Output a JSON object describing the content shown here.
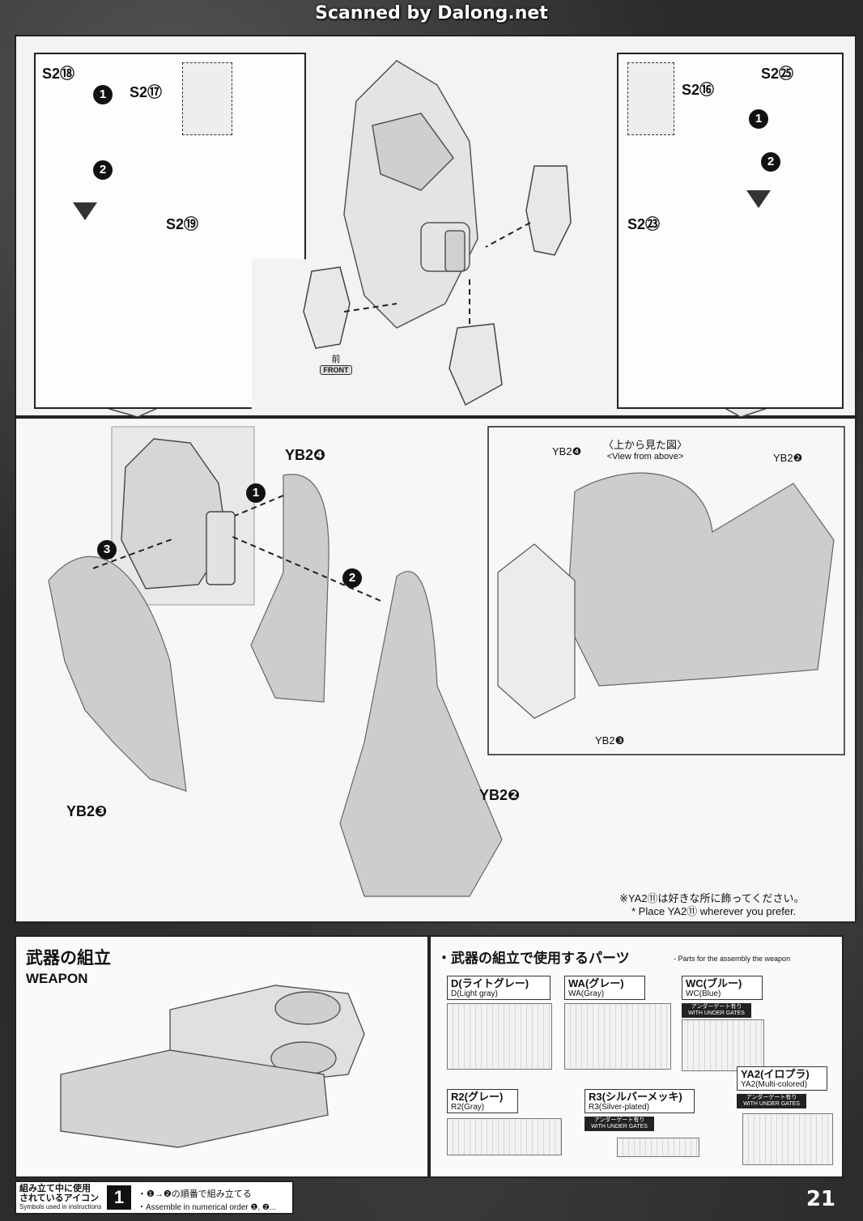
{
  "header": {
    "scan_credit": "Scanned by Dalong.net"
  },
  "top_panel": {
    "left_inset": {
      "labels": {
        "p18": "S2⑱",
        "p17": "S2⑰",
        "p19": "S2⑲"
      },
      "steps": [
        "1",
        "2"
      ]
    },
    "right_inset": {
      "labels": {
        "p25": "S2㉕",
        "p16": "S2⑯",
        "p23": "S2㉓"
      },
      "steps": [
        "1",
        "2"
      ]
    },
    "front_badge": {
      "kanji": "前",
      "text": "FRONT"
    }
  },
  "mid_panel": {
    "labels": {
      "yb2_4": "YB2❹",
      "yb2_3": "YB2❸",
      "yb2_2": "YB2❷"
    },
    "steps": [
      "1",
      "2",
      "3"
    ],
    "view_above": {
      "title_jp": "〈上から見た図〉",
      "title_en": "<View from above>",
      "labels": {
        "yb2_4": "YB2❹",
        "yb2_2": "YB2❷",
        "yb2_3": "YB2❸"
      }
    },
    "note_jp": "※YA2⑪は好きな所に飾ってください。",
    "note_en": "* Place YA2⑪ wherever you prefer."
  },
  "weapon_panel": {
    "title_jp": "武器の組立",
    "title_en": "WEAPON"
  },
  "parts_panel": {
    "title_jp": "・武器の組立で使用するパーツ",
    "title_en": "- Parts for the assembly the weapon",
    "sheets": [
      {
        "name": "D(ライトグレー)",
        "sub": "D(Light gray)",
        "gate": ""
      },
      {
        "name": "WA(グレー)",
        "sub": "WA(Gray)",
        "gate": ""
      },
      {
        "name": "WC(ブルー)",
        "sub": "WC(Blue)",
        "gate": "アンダーゲート有り WITH UNDER GATES"
      },
      {
        "name": "R2(グレー)",
        "sub": "R2(Gray)",
        "gate": ""
      },
      {
        "name": "R3(シルバーメッキ)",
        "sub": "R3(Silver-plated)",
        "gate": "アンダーゲート有り WITH UNDER GATES"
      },
      {
        "name": "YA2(イロプラ)",
        "sub": "YA2(Multi-colored)",
        "gate": "アンダーゲート有り WITH UNDER GATES"
      }
    ]
  },
  "icon_legend": {
    "title_jp_1": "組み立て中に使用",
    "title_jp_2": "されているアイコン",
    "title_en": "Symbols used in instructions",
    "badge": "1",
    "desc_jp": "・❶→❷の順番で組み立てる",
    "desc_en": "・Assemble in numerical order ❶, ❷..."
  },
  "page_number": "21"
}
